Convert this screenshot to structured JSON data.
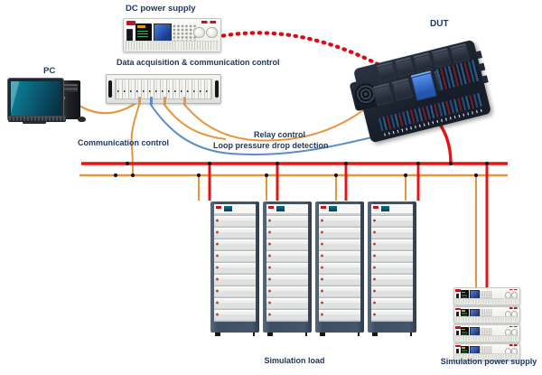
{
  "labels": {
    "dc_power_supply": "DC power supply",
    "pc": "PC",
    "daq": "Data acquisition & communication control",
    "dut": "DUT",
    "communication_control": "Communication control",
    "relay_control": "Relay control",
    "loop_detection": "Loop pressure drop detection",
    "simulation_load": "Simulation load",
    "simulation_power_supply": "Simulation power supply"
  },
  "counts": {
    "simulation_load_cabinets": 4,
    "simulation_power_supply_units": 4
  },
  "colors": {
    "label_navy": "#1f3864",
    "wire_orange": "#e8963e",
    "wire_blue": "#5b8dc8",
    "bus_red": "#e81414",
    "dashed_red": "#e30613",
    "junction_black": "#161616",
    "relay_blue": "#2f6ed0",
    "cabinet_frame": "#46566b",
    "screen_teal": "#0b6d86"
  },
  "connections": [
    {
      "from": "DC power supply",
      "to": "DUT",
      "style": "red dashed"
    },
    {
      "from": "PC",
      "to": "Data acquisition & communication control",
      "style": "orange"
    },
    {
      "from": "Data acquisition & communication control",
      "to": "orange bus",
      "label": "Communication control",
      "style": "orange"
    },
    {
      "from": "Data acquisition & communication control",
      "to": "DUT",
      "label": "Relay control",
      "style": "orange"
    },
    {
      "from": "Data acquisition & communication control",
      "to": "DUT",
      "label": "Loop pressure drop detection",
      "style": "blue"
    },
    {
      "from": "DUT",
      "to": "red bus",
      "style": "red"
    },
    {
      "from": "buses",
      "to": "Simulation load",
      "style": "red + orange drops"
    },
    {
      "from": "buses",
      "to": "Simulation power supply",
      "style": "red + orange drops"
    }
  ]
}
